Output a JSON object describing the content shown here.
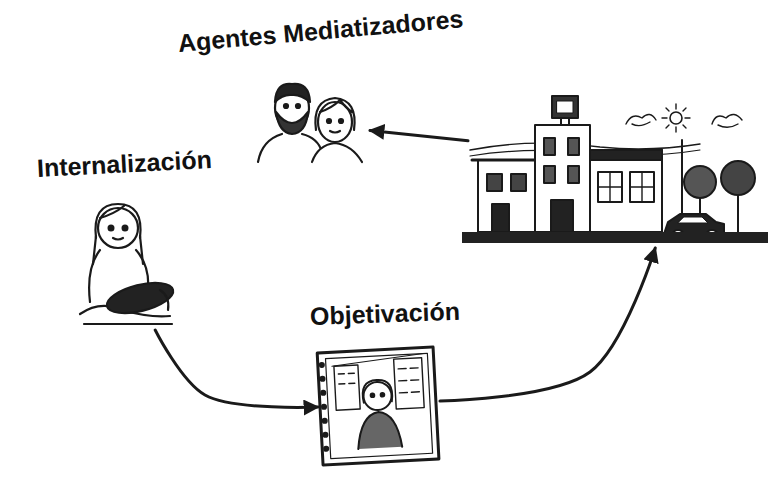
{
  "diagram": {
    "nodes": [
      {
        "text": [
          "Agentes Mediatizadores"
        ]
      },
      {
        "text": [
          "Internalización"
        ]
      },
      {
        "text": [
          "Objetivación"
        ]
      },
      {
        "text": []
      }
    ],
    "edges": [
      {
        "from": 3,
        "to": 0,
        "arrow": "to"
      },
      {
        "from": 1,
        "to": 2,
        "arrow": "to"
      },
      {
        "from": 2,
        "to": 3,
        "arrow": "to"
      }
    ]
  }
}
